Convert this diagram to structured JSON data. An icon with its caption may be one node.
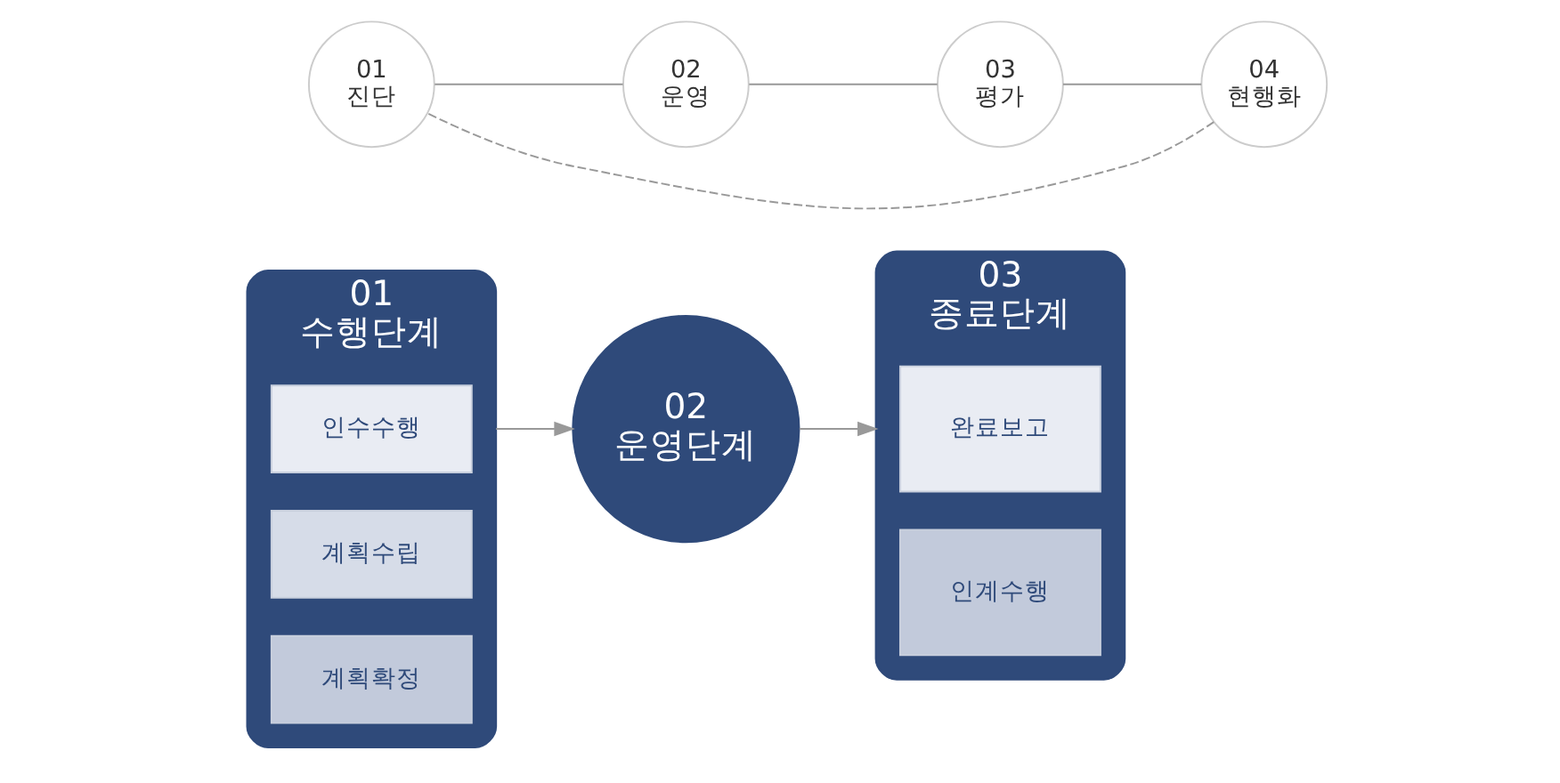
{
  "diagram": {
    "nodes": [
      {
        "text": [
          "01",
          "수행단계"
        ]
      },
      {
        "text": [
          "인수수행"
        ],
        "in": 0
      },
      {
        "text": [
          "계획수립"
        ],
        "in": 0
      },
      {
        "text": [
          "계획확정"
        ],
        "in": 0
      },
      {
        "text": [
          "02",
          "운영단계"
        ]
      },
      {
        "text": [
          "03",
          "종료단계"
        ]
      },
      {
        "text": [
          "완료보고"
        ],
        "in": 5
      },
      {
        "text": [
          "인계수행"
        ],
        "in": 5
      },
      {
        "text": [
          "01",
          "진단"
        ]
      },
      {
        "text": [
          "02",
          "운영"
        ]
      },
      {
        "text": [
          "03",
          "평가"
        ]
      },
      {
        "text": [
          "04",
          "현행화"
        ]
      }
    ],
    "edges": [
      {
        "from": 0,
        "to": 4,
        "arrow": "to"
      },
      {
        "from": 4,
        "to": 5,
        "arrow": "to"
      },
      {
        "from": 8,
        "to": 9,
        "arrow": "none"
      },
      {
        "from": 9,
        "to": 10,
        "arrow": "none"
      },
      {
        "from": 10,
        "to": 11,
        "arrow": "none"
      },
      {
        "from": 11,
        "to": 8,
        "arrow": "none",
        "style": "dashed"
      }
    ]
  }
}
